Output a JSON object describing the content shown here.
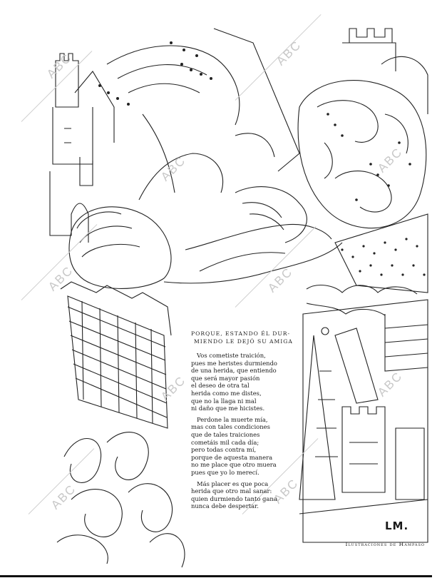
{
  "watermark": "ABC",
  "poem": {
    "title_lines": [
      "Porque, estando él dur-",
      "miendo le dejó su amiga"
    ],
    "stanzas": [
      [
        "Vos cometiste traición,",
        "pues me heristes durmiendo",
        "de una herida, que entiendo",
        "que será mayor pasión",
        "el deseo de otra tal",
        "herida como me distes,",
        "que no la llaga ni mal",
        "ni daño que me hicistes."
      ],
      [
        "Perdone la muerte mía,",
        "mas con tales condiciones",
        "que de tales traiciones",
        "cometáis mil cada día;",
        "pero todas contra mí,",
        "porque de aquesta manera",
        "no me place que otro muera",
        "pues que yo lo merecí."
      ],
      [
        "Más placer es que poca",
        "herida que otro mal sanar:",
        "quien durmiendo tanto gana",
        "nunca debe despertar."
      ]
    ]
  },
  "signature": "LM.",
  "credit": "Ilustraciones de Hampaso"
}
